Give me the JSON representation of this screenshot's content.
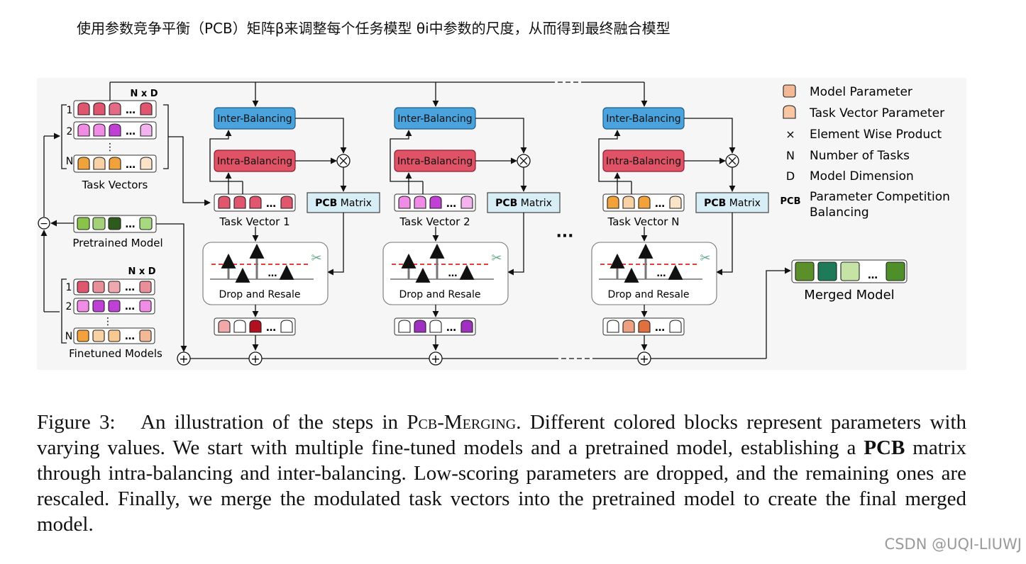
{
  "top_note": "使用参数竞争平衡（PCB）矩阵β来调整每个任务模型 θi中参数的尺度，从而得到最终融合模型",
  "diagram": {
    "left": {
      "nxd_top": "N x D",
      "nxd_bottom": "N x D",
      "row1": "1",
      "row2": "2",
      "rowN": "N",
      "ellipsis": "…",
      "vdots": "⋮",
      "task_vectors_label": "Task Vectors",
      "pretrained_label": "Pretrained Model",
      "finetuned_label": "Finetuned Models",
      "minus": "−",
      "plus": "+"
    },
    "columns": [
      {
        "inter": "Inter-Balancing",
        "intra": "Intra-Balancing",
        "pcb_bold": "PCB",
        "pcb_rest": " Matrix",
        "task_vector": "Task Vector 1",
        "drop": "Drop and Resale"
      },
      {
        "inter": "Inter-Balancing",
        "intra": "Intra-Balancing",
        "pcb_bold": "PCB",
        "pcb_rest": " Matrix",
        "task_vector": "Task Vector 2",
        "drop": "Drop and Resale"
      },
      {
        "inter": "Inter-Balancing",
        "intra": "Intra-Balancing",
        "pcb_bold": "PCB",
        "pcb_rest": " Matrix",
        "task_vector": "Task Vector N",
        "drop": "Drop and Resale"
      }
    ],
    "mid_dots": "···",
    "times": "⊗",
    "merged_label": "Merged Model",
    "legend": [
      {
        "symbol": "",
        "text": "Model Parameter"
      },
      {
        "symbol": "",
        "text": "Task Vector Parameter"
      },
      {
        "symbol": "×",
        "text": "Element Wise Product"
      },
      {
        "symbol": "N",
        "text": "Number of Tasks"
      },
      {
        "symbol": "D",
        "text": "Model Dimension"
      },
      {
        "symbol": "PCB",
        "text": "Parameter Competition",
        "text2": "Balancing"
      }
    ]
  },
  "caption": {
    "fig": "Figure 3:",
    "p1": "An illustration of the steps in ",
    "method": "Pcb-Merging",
    "p2": ". Different colored blocks represent parameters with varying values. We start with multiple fine-tuned models and a pretrained model, establishing a ",
    "pcb": "PCB",
    "p3": " matrix through intra-balancing and inter-balancing. Low-scoring parameters are dropped, and the remaining ones are rescaled. Finally, we merge the modulated task vectors into the pretrained model to create the final merged model."
  },
  "watermark": "CSDN @UQI-LIUWJ",
  "colors": {
    "inter_box": "#4aa3dc",
    "intra_box": "#e05266",
    "pcb_box": "#d8eef7",
    "red_param": "#e0566e",
    "pink_param": "#f08be6",
    "magenta_param": "#c040d6",
    "orange_param": "#f2a23a",
    "green_param": "#6aa84f",
    "dark_green_param": "#2e5a1c",
    "teal_param": "#1f7a5a"
  }
}
